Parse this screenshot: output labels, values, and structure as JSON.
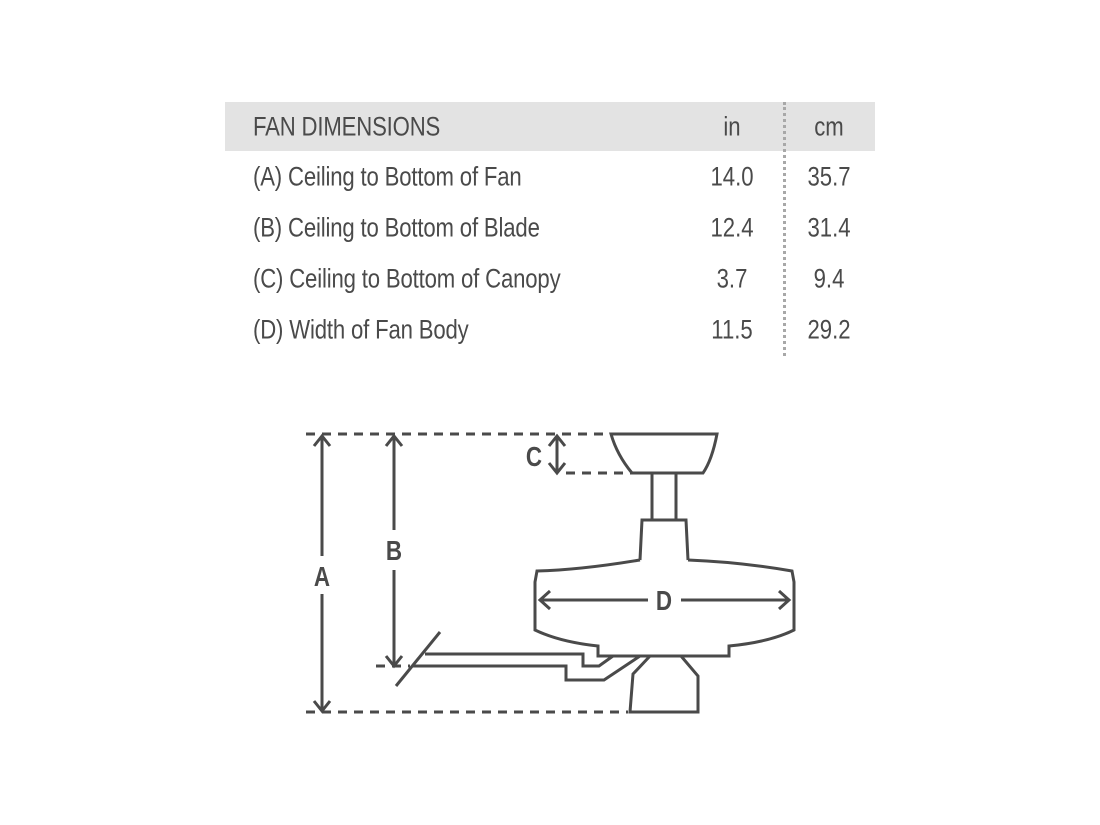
{
  "table": {
    "title": "FAN DIMENSIONS",
    "unit_in": "in",
    "unit_cm": "cm",
    "rows": [
      {
        "label": "(A) Ceiling to Bottom of Fan",
        "in": "14.0",
        "cm": "35.7"
      },
      {
        "label": "(B) Ceiling to Bottom of Blade",
        "in": "12.4",
        "cm": "31.4"
      },
      {
        "label": "(C) Ceiling to Bottom of Canopy",
        "in": "3.7",
        "cm": "9.4"
      },
      {
        "label": "(D) Width of Fan Body",
        "in": "11.5",
        "cm": "29.2"
      }
    ]
  },
  "diagram": {
    "labels": {
      "a": "A",
      "b": "B",
      "c": "C",
      "d": "D"
    },
    "stroke_color": "#4a4a4a",
    "header_bg": "#e3e3e3"
  }
}
